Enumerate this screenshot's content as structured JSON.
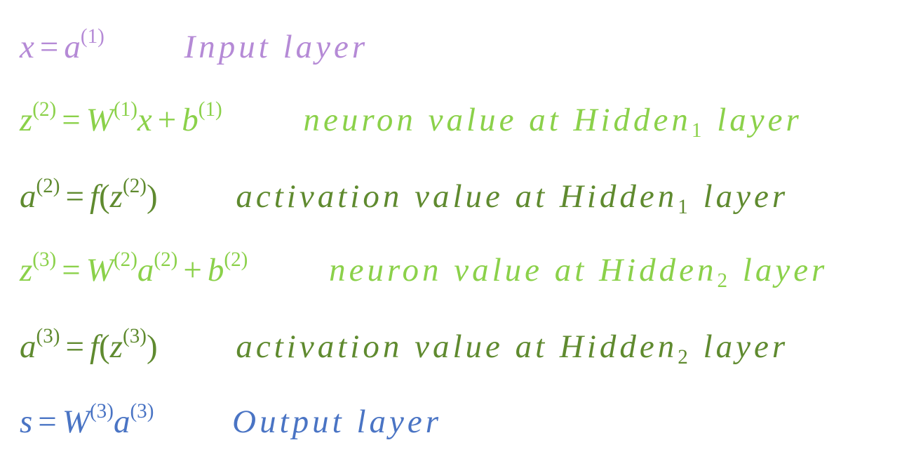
{
  "colors": {
    "input": "#b58ad6",
    "neuron": "#8bd14a",
    "activation": "#5f8a2f",
    "output": "#4a74c4"
  },
  "lines": [
    {
      "lhs": "x",
      "op": "=",
      "rhs_var": "a",
      "rhs_sup": "(1)",
      "description": "Input layer"
    },
    {
      "lhs": "z",
      "lhs_sup": "(2)",
      "op": "=",
      "w": "W",
      "w_sup": "(1)",
      "term": "x",
      "plus": "+",
      "b": "b",
      "b_sup": "(1)",
      "description_main": "neuron value at Hidden",
      "description_sub": "1",
      "description_tail": "layer"
    },
    {
      "lhs": "a",
      "lhs_sup": "(2)",
      "op": "=",
      "f": "f",
      "open": "(",
      "inner": "z",
      "inner_sup": "(2)",
      "close": ")",
      "description_main": "activation value at Hidden",
      "description_sub": "1",
      "description_tail": "layer"
    },
    {
      "lhs": "z",
      "lhs_sup": "(3)",
      "op": "=",
      "w": "W",
      "w_sup": "(2)",
      "term": "a",
      "term_sup": "(2)",
      "plus": "+",
      "b": "b",
      "b_sup": "(2)",
      "description_main": "neuron value at Hidden",
      "description_sub": "2",
      "description_tail": "layer"
    },
    {
      "lhs": "a",
      "lhs_sup": "(3)",
      "op": "=",
      "f": "f",
      "open": "(",
      "inner": "z",
      "inner_sup": "(3)",
      "close": ")",
      "description_main": "activation value at Hidden",
      "description_sub": "2",
      "description_tail": "layer"
    },
    {
      "lhs": "s",
      "op": "=",
      "w": "W",
      "w_sup": "(3)",
      "term": "a",
      "term_sup": "(3)",
      "description": "Output layer"
    }
  ]
}
